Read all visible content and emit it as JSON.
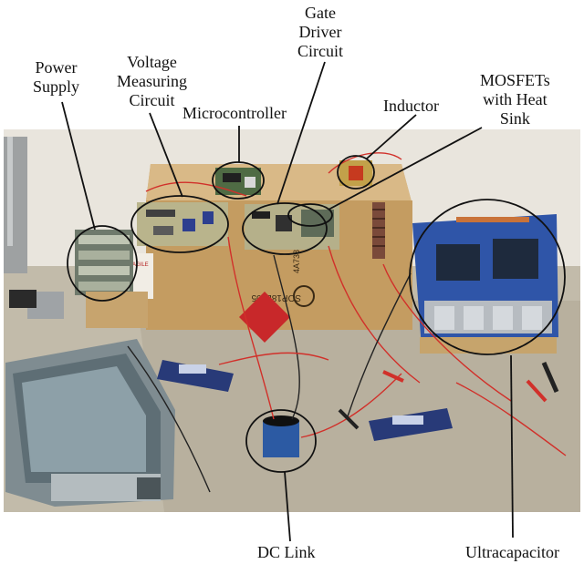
{
  "labels": {
    "power_supply": [
      "Power",
      "Supply"
    ],
    "voltage_measuring": [
      "Voltage",
      "Measuring",
      "Circuit"
    ],
    "microcontroller": "Microcontroller",
    "gate_driver": [
      "Gate",
      "Driver",
      "Circuit"
    ],
    "inductor": "Inductor",
    "mosfets": [
      "MOSFETs",
      "with Heat",
      "Sink"
    ],
    "dc_link": "DC Link",
    "ultracapacitor": "Ultracapacitor"
  },
  "photo_text": {
    "box_print": "SOP18L005",
    "box_print_2": "4A7382G7",
    "fragile": "FRAGILE"
  },
  "colors": {
    "wall": "#e8e4dc",
    "floor": "#bfb8a8",
    "cardboard": "#c9a46b",
    "oscilloscope": "#7d8a8f",
    "ultracap_blue": "#2f55a8",
    "wire_red": "#d1302a",
    "outline": "#111111"
  }
}
